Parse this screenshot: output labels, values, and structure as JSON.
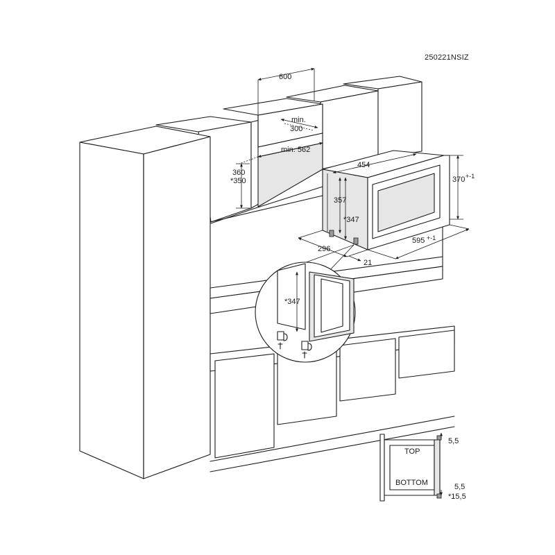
{
  "drawing_code": "250221NSIZ",
  "dimensions": {
    "niche_width": "600",
    "niche_depth_min": "min.",
    "niche_depth_value": "300",
    "niche_width_min": "min. 562",
    "niche_height": "360",
    "niche_height_alt": "*350",
    "oven_depth": "454",
    "oven_body_height": "357",
    "oven_body_height_alt": "*347",
    "frame_height": "370",
    "frame_height_tol": "+-1",
    "frame_width": "595",
    "frame_width_tol": "+-1",
    "oven_side_depth": "296",
    "frame_offset": "21",
    "detail_height": "*347"
  },
  "frame_detail": {
    "top_label": "TOP",
    "bottom_label": "BOTTOM",
    "top_gap": "5,5",
    "bottom_gap_1": "5,5",
    "bottom_gap_2": "*15,5"
  }
}
